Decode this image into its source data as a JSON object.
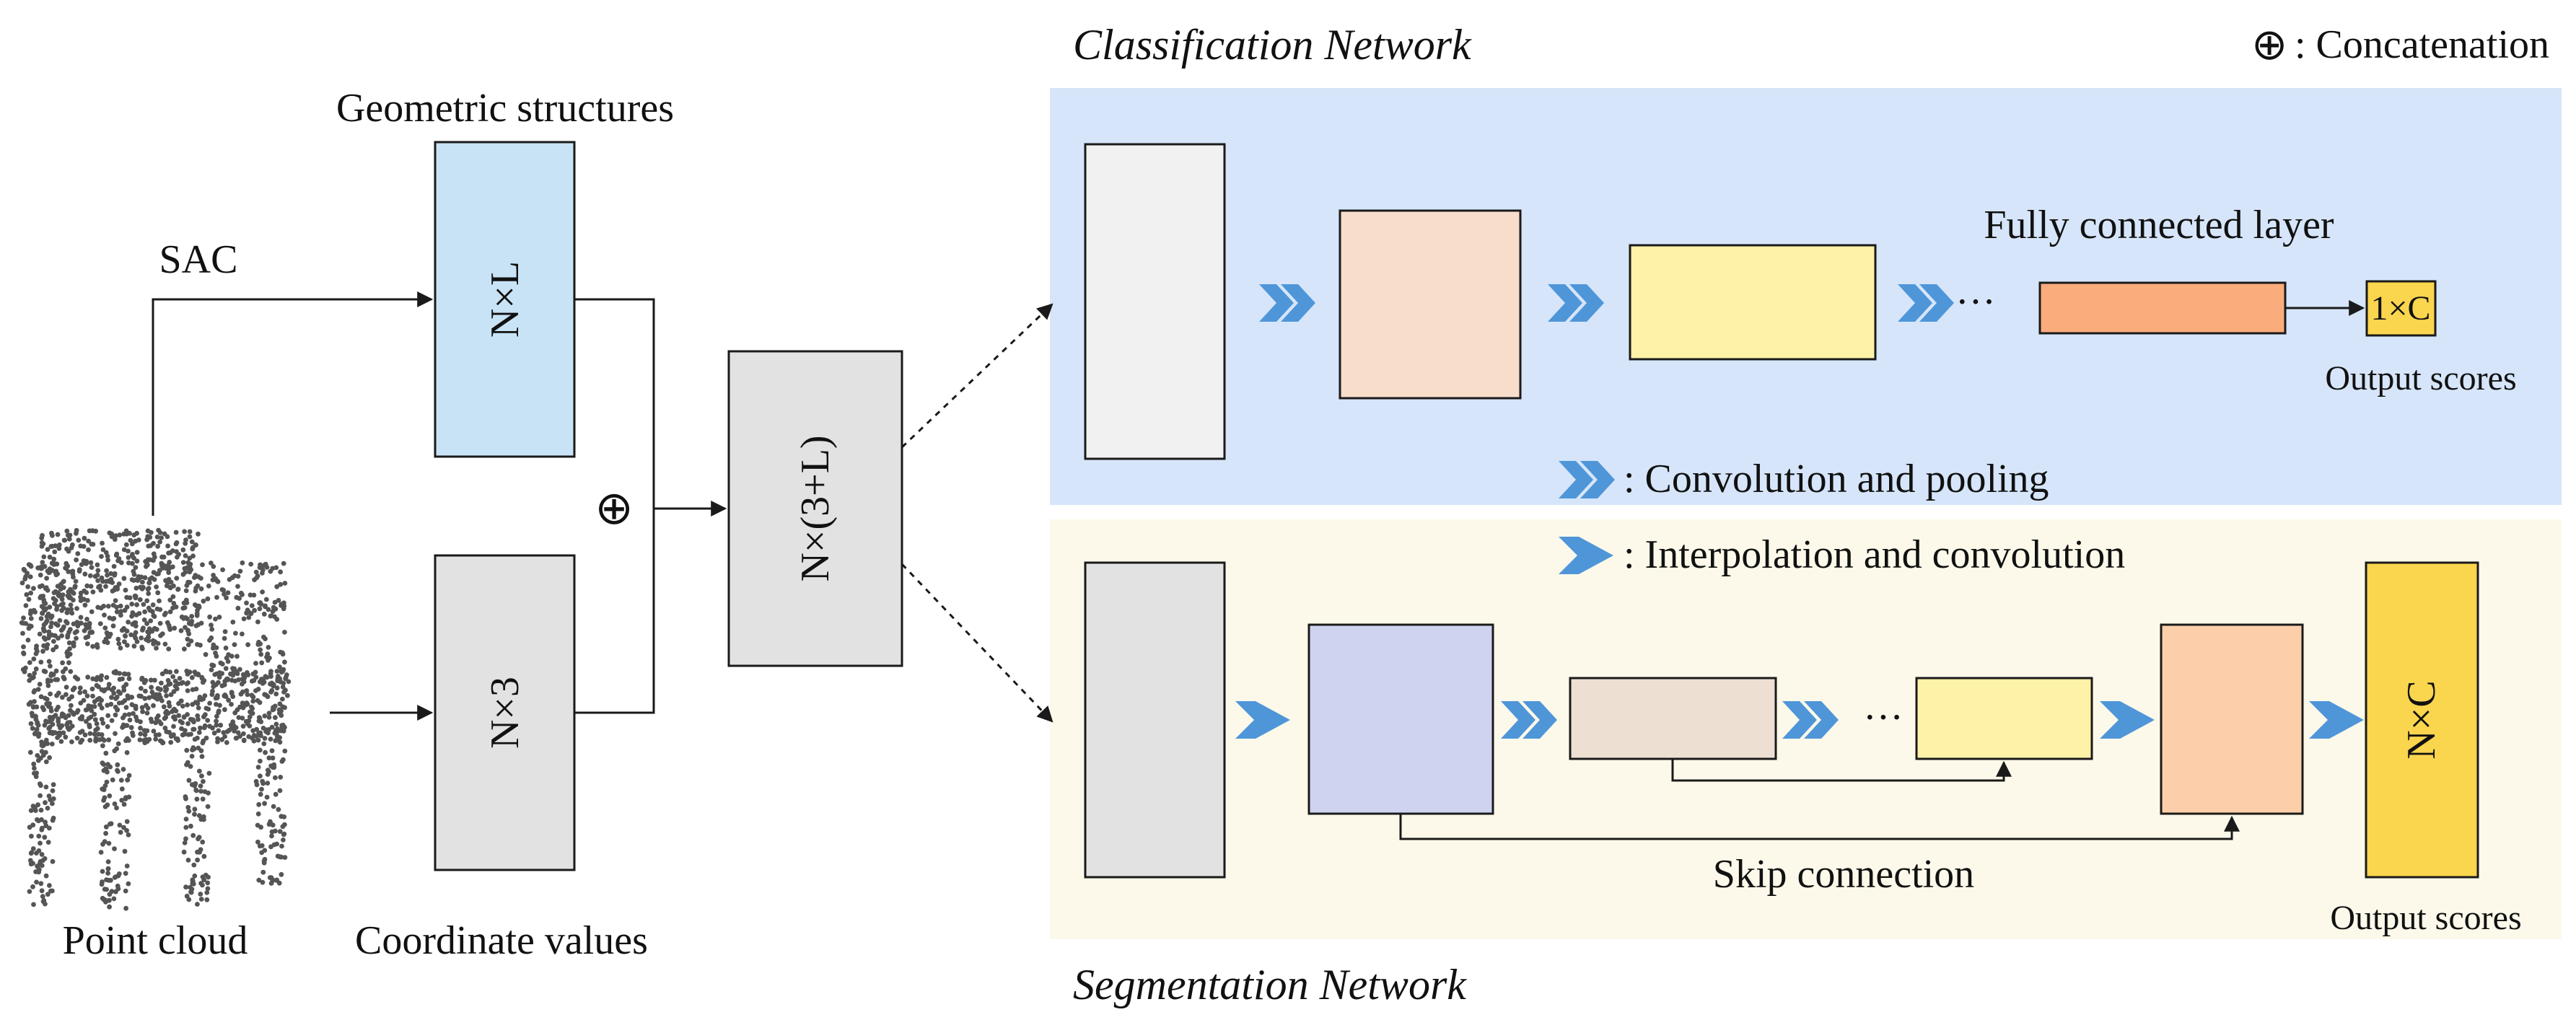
{
  "colors": {
    "classification_bg": "#d6e5fa",
    "segmentation_bg": "#fdf9ea",
    "nl_box": "#c9e3f6",
    "gray_box": "#e2e2e2",
    "light_gray_box": "#f1f1f1",
    "peach": "#f8ddcb",
    "light_yellow": "#fdf2a8",
    "orange": "#fbac7d",
    "gold": "#fad54e",
    "lavender": "#d0d3ef",
    "taupe": "#ede0d3",
    "peach_seg": "#fccfaa",
    "chevron": "#4f96d9"
  },
  "labels": {
    "geometric_structures": "Geometric structures",
    "sac": "SAC",
    "nl": "N×L",
    "n3": "N×3",
    "n3l": "N×(3+L)",
    "concat_symbol": "⊕",
    "point_cloud": "Point cloud",
    "coordinate_values": "Coordinate values"
  },
  "classification": {
    "title": "Classification Network",
    "fc_layer": "Fully connected layer",
    "ellipsis": "···",
    "output_box": "1×C",
    "output_scores": "Output scores"
  },
  "legend": {
    "concat_symbol": "⊕",
    "concatenation": ": Concatenation",
    "conv_pool": ": Convolution and pooling",
    "interp_conv": ": Interpolation and convolution"
  },
  "segmentation": {
    "title": "Segmentation Network",
    "ellipsis": "···",
    "output_box": "N×C",
    "skip_connection": "Skip connection",
    "output_scores": "Output scores"
  }
}
